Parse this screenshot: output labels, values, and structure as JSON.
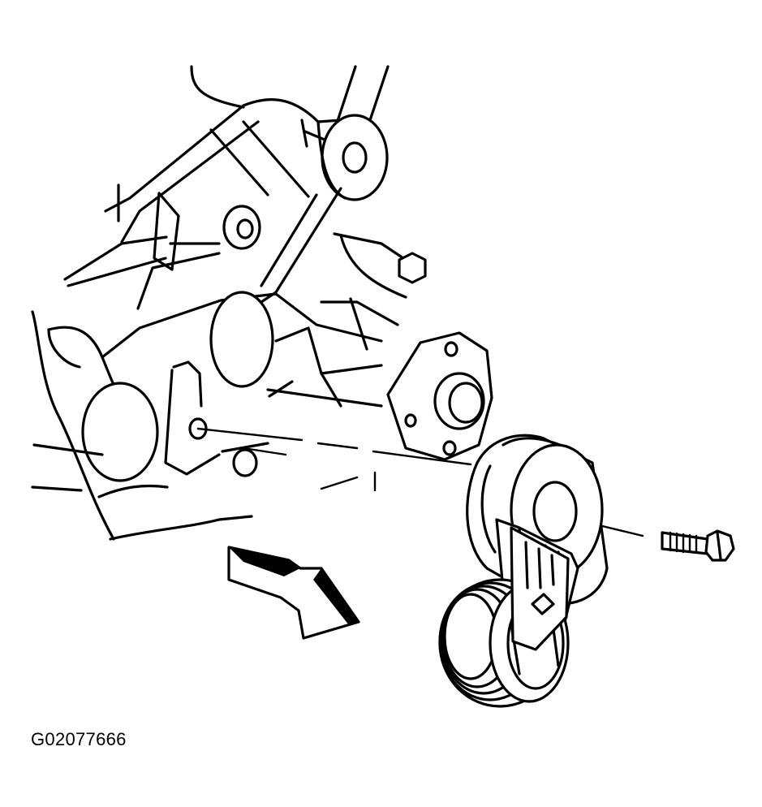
{
  "figure": {
    "id_label": "G02077666"
  },
  "components": {
    "bracket": "engine-mounting-bracket",
    "tensioner": "drive-belt-tensioner",
    "bolt": "tensioner-bolt",
    "arrow": "installation-direction-arrow"
  },
  "colors": {
    "line": "#000000",
    "background": "#ffffff"
  }
}
